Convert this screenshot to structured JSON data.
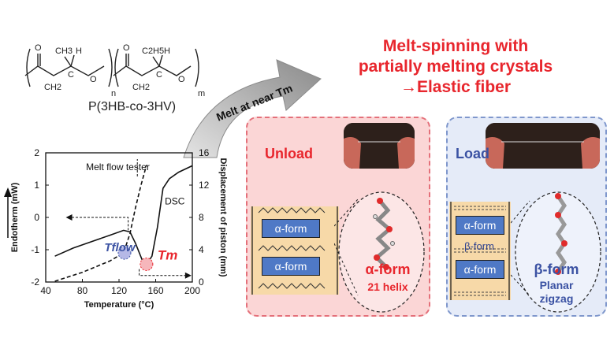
{
  "headline": {
    "line1": "Melt-spinning with",
    "line2": "partially melting crystals",
    "line3": "→Elastic fiber"
  },
  "polymer": {
    "name": "P(3HB-co-3HV)",
    "ch3": "CH3",
    "c2h5": "C2H5",
    "h": "H",
    "o": "O",
    "ch2": "CH2",
    "c": "C",
    "n": "n",
    "m": "m"
  },
  "process_arrow": {
    "label": "Melt at near Tm"
  },
  "chart": {
    "annotation_tester": "Melt flow tester",
    "annotation_dsc": "DSC",
    "marker_tflow": "Tflow",
    "marker_tm": "Tm"
  },
  "chart_data": {
    "type": "line",
    "xlabel": "Temperature (°C)",
    "ylabel_left": "Endotherm (mW)",
    "ylabel_right": "Displacement of piston (mm)",
    "xlim": [
      40,
      200
    ],
    "ylim_left": [
      -2,
      2
    ],
    "ylim_right": [
      0,
      16
    ],
    "x_ticks": [
      40,
      80,
      120,
      160,
      200
    ],
    "y_ticks_left": [
      -2,
      -1,
      0,
      1,
      2
    ],
    "y_ticks_right": [
      0,
      4,
      8,
      12,
      16
    ],
    "series": [
      {
        "name": "DSC",
        "axis": "left",
        "x": [
          50,
          70,
          90,
          110,
          125,
          132,
          138,
          145,
          150,
          156,
          162,
          168,
          175,
          185,
          200
        ],
        "y": [
          -1.2,
          -0.95,
          -0.75,
          -0.55,
          -0.4,
          -0.45,
          -0.8,
          -1.3,
          -1.45,
          -1.2,
          -0.3,
          0.9,
          1.2,
          1.4,
          1.6
        ]
      },
      {
        "name": "Melt flow tester",
        "axis": "right",
        "x": [
          50,
          80,
          110,
          125,
          132,
          138,
          144,
          150
        ],
        "y": [
          0.1,
          1.2,
          2.6,
          3.6,
          6,
          9.2,
          12,
          14.5
        ]
      }
    ]
  },
  "unload_panel": {
    "title": "Unload",
    "box1": "α-form",
    "box2": "α-form",
    "form_name": "α-form",
    "form_desc": "21 helix"
  },
  "load_panel": {
    "title": "Load",
    "box1": "α-form",
    "box_beta": "β-form",
    "box2": "α-form",
    "form_name": "β-form",
    "form_desc1": "Planar",
    "form_desc2": "zigzag"
  },
  "colors": {
    "red": "#e8262d",
    "blue_label": "#3b52a3",
    "alpha_box": "#4f79c6",
    "unload_bg": "#fbd6d6",
    "load_bg": "#e5ebf8"
  }
}
